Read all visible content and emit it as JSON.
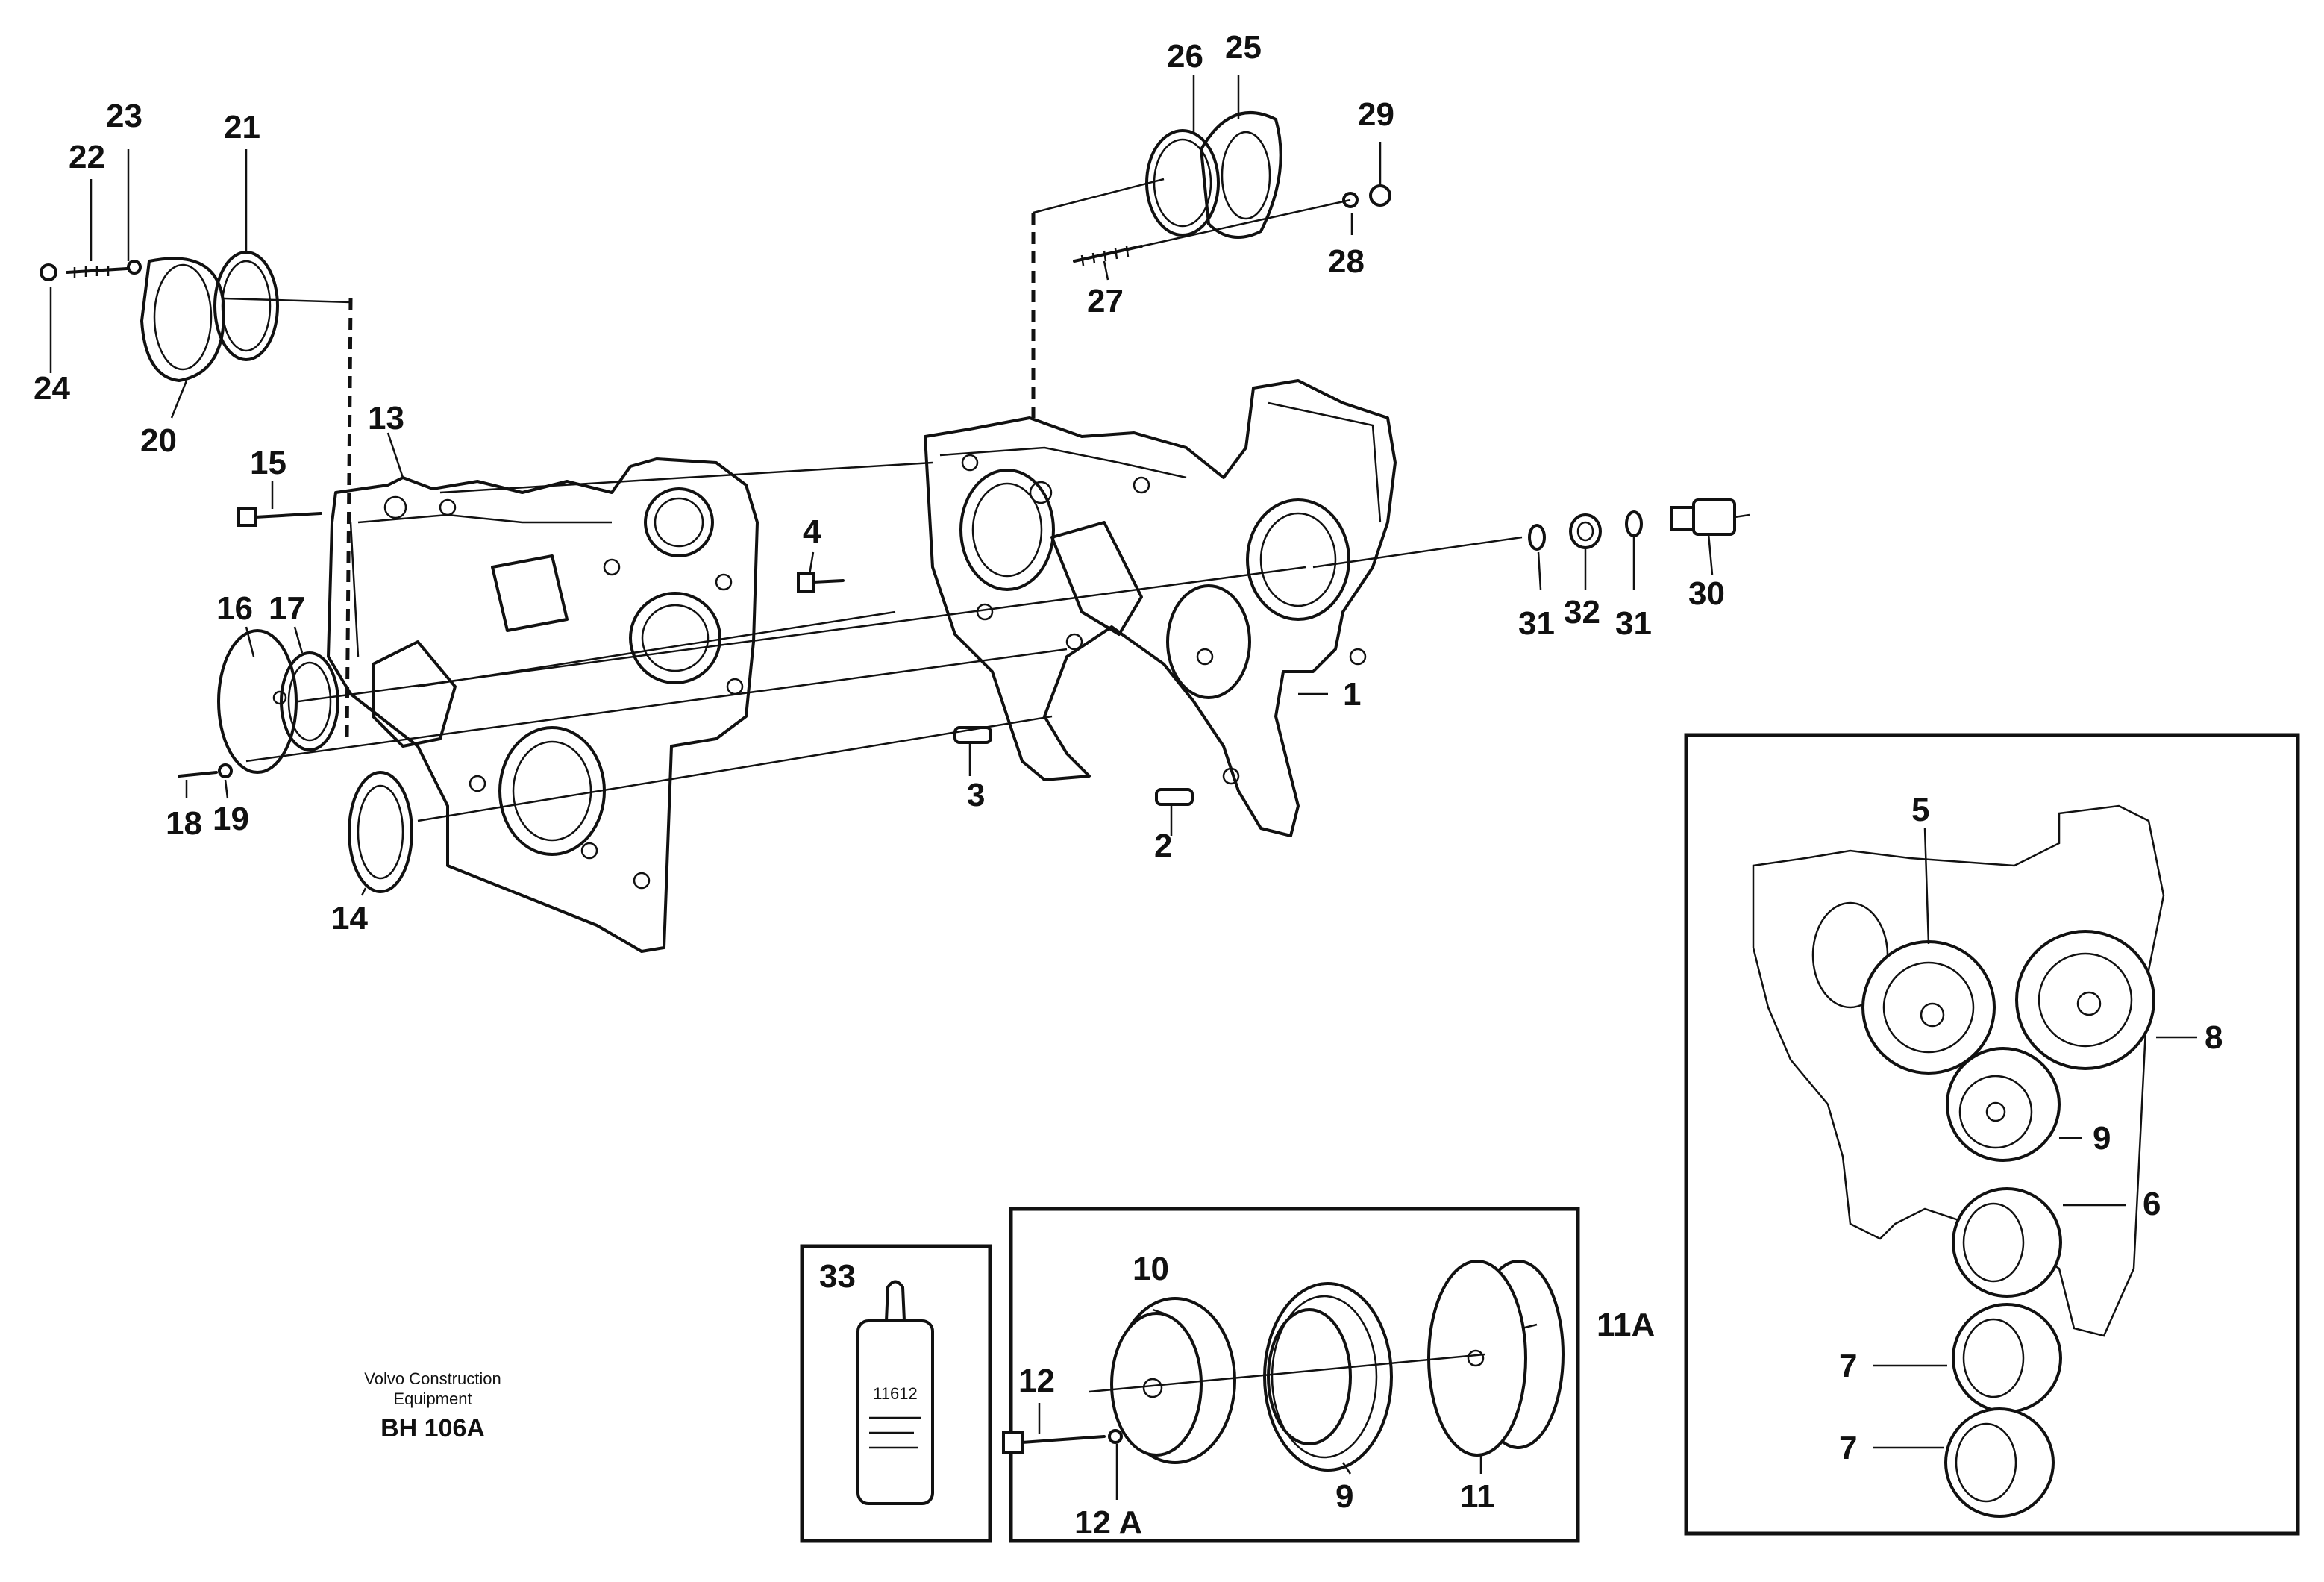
{
  "caption": {
    "company_line1": "Volvo Construction",
    "company_line2": "Equipment",
    "code": "BH 106A"
  },
  "parts": {
    "p1": "1",
    "p2": "2",
    "p3": "3",
    "p4": "4",
    "p5": "5",
    "p6": "6",
    "p7a": "7",
    "p7b": "7",
    "p8": "8",
    "p9a": "9",
    "p9b": "9",
    "p10": "10",
    "p11": "11",
    "p11a": "11A",
    "p12": "12",
    "p12a": "12 A",
    "p13": "13",
    "p14": "14",
    "p15": "15",
    "p16": "16",
    "p17": "17",
    "p18": "18",
    "p19": "19",
    "p20": "20",
    "p21": "21",
    "p22": "22",
    "p23": "23",
    "p24": "24",
    "p25": "25",
    "p26": "26",
    "p27": "27",
    "p28": "28",
    "p29": "29",
    "p30": "30",
    "p31a": "31",
    "p31b": "31",
    "p32": "32",
    "p33": "33"
  },
  "sealant_tube_text": "11612"
}
